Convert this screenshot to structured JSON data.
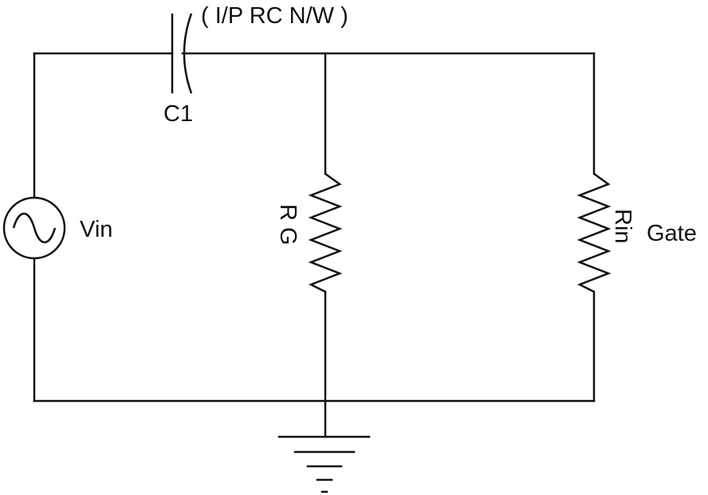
{
  "diagram": {
    "title": "( I/P RC N/W )",
    "components": {
      "capacitor": {
        "label": "C1"
      },
      "source": {
        "label": "Vin",
        "icon": "ac-source-icon"
      },
      "resistor_gate": {
        "label": "R G"
      },
      "resistor_input": {
        "label": "Rin"
      },
      "gate_label": "Gate",
      "ground": {
        "icon": "ground-icon"
      }
    }
  }
}
